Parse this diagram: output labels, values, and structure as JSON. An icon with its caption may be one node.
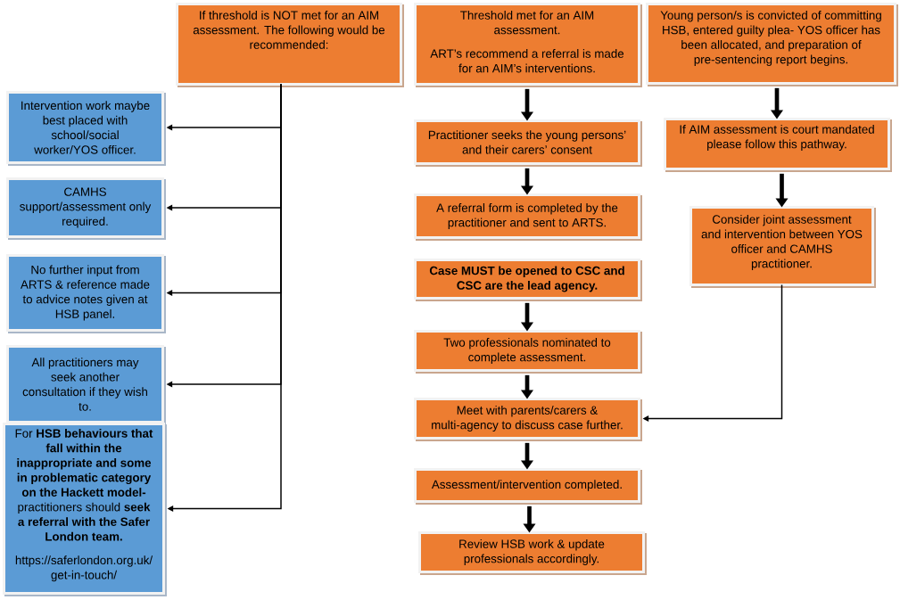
{
  "diagram": {
    "nodes": [
      {
        "text": [
          "If threshold is NOT met for an AIM assessment. The following would be recommended:"
        ]
      },
      {
        "text": [
          "Threshold met for an AIM assessment.",
          "ART’s recommend a referral is made for an AIM’s interventions."
        ]
      },
      {
        "text": [
          "Young person/s is convicted of committing HSB, entered guilty plea- YOS officer has been allocated, and preparation of pre-sentencing report begins."
        ]
      },
      {
        "text": [
          "Intervention work maybe best placed with school/social worker/YOS officer."
        ]
      },
      {
        "text": [
          "CAMHS support/assessment only required."
        ]
      },
      {
        "text": [
          "No further input from ARTS & reference made to advice notes given at HSB panel."
        ]
      },
      {
        "text": [
          "All practitioners may seek another consultation if they wish to."
        ]
      },
      {
        "text": [
          "For **HSB behaviours that fall within the inappropriate and some in problematic category on the Hackett model-** practitioners should **seek a referral with the Safer London team.**",
          "https://saferlondon.org.uk/get-in-touch/"
        ]
      },
      {
        "text": [
          "Practitioner seeks the young persons’ and their carers’ consent"
        ]
      },
      {
        "text": [
          "A referral form is completed by the practitioner and sent to ARTS."
        ]
      },
      {
        "text": [
          "Case MUST be opened to CSC and CSC are the lead agency."
        ]
      },
      {
        "text": [
          "Two professionals nominated to complete assessment."
        ]
      },
      {
        "text": [
          "Meet with parents/carers & multi-agency to discuss case further."
        ]
      },
      {
        "text": [
          "Assessment/intervention completed."
        ]
      },
      {
        "text": [
          "Review HSB work & update professionals accordingly."
        ]
      },
      {
        "text": [
          "If AIM assessment is court mandated please follow this pathway."
        ]
      },
      {
        "text": [
          "Consider joint assessment and intervention between YOS officer and CAMHS practitioner."
        ]
      }
    ],
    "edges": [
      {
        "from": 0,
        "to": 3,
        "arrow": "to"
      },
      {
        "from": 0,
        "to": 4,
        "arrow": "to"
      },
      {
        "from": 0,
        "to": 5,
        "arrow": "to"
      },
      {
        "from": 0,
        "to": 6,
        "arrow": "to"
      },
      {
        "from": 0,
        "to": 7,
        "arrow": "to"
      },
      {
        "from": 1,
        "to": 8,
        "arrow": "to"
      },
      {
        "from": 8,
        "to": 9,
        "arrow": "to"
      },
      {
        "from": 10,
        "to": 11,
        "arrow": "to"
      },
      {
        "from": 11,
        "to": 12,
        "arrow": "to"
      },
      {
        "from": 12,
        "to": 13,
        "arrow": "to"
      },
      {
        "from": 13,
        "to": 14,
        "arrow": "to"
      },
      {
        "from": 2,
        "to": 15,
        "arrow": "to"
      },
      {
        "from": 15,
        "to": 16,
        "arrow": "to"
      },
      {
        "from": 16,
        "to": 12,
        "arrow": "to"
      }
    ]
  }
}
